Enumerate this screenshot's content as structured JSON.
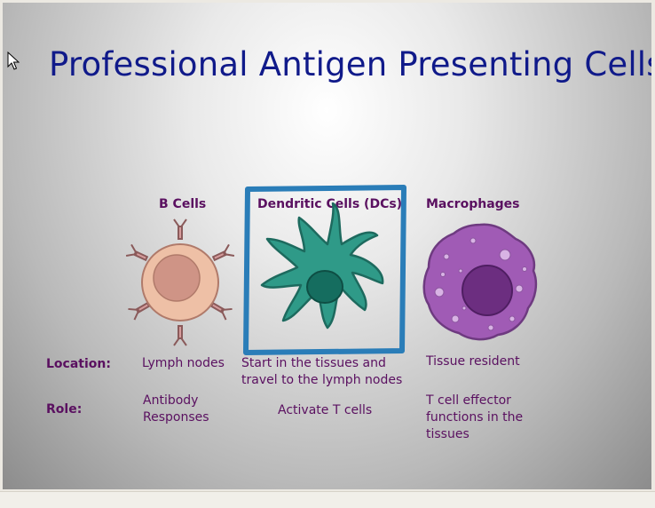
{
  "slide": {
    "title": "Professional Antigen Presenting Cells",
    "columns": [
      {
        "header": "B Cells",
        "location": "Lymph nodes",
        "role": "Antibody\nResponses"
      },
      {
        "header": "Dendritic Cells (DCs)",
        "location": "Start in the tissues and\ntravel to the lymph nodes",
        "role": "Activate T cells"
      },
      {
        "header": "Macrophages",
        "location": "Tissue resident",
        "role": "T cell effector\nfunctions in the\ntissues"
      }
    ],
    "row_labels": {
      "location": "Location:",
      "role": "Role:"
    },
    "icons": [
      "mouse-cursor-icon",
      "b-cell-icon",
      "dendritic-cell-icon",
      "macrophage-icon"
    ]
  },
  "colors": {
    "title": "#101a8a",
    "text": "#5a1060",
    "highlight_frame": "#2a7db8",
    "b_cell": "#e8b9a0",
    "dendritic_cell": "#2f9a88",
    "macrophage": "#a05bb5"
  }
}
